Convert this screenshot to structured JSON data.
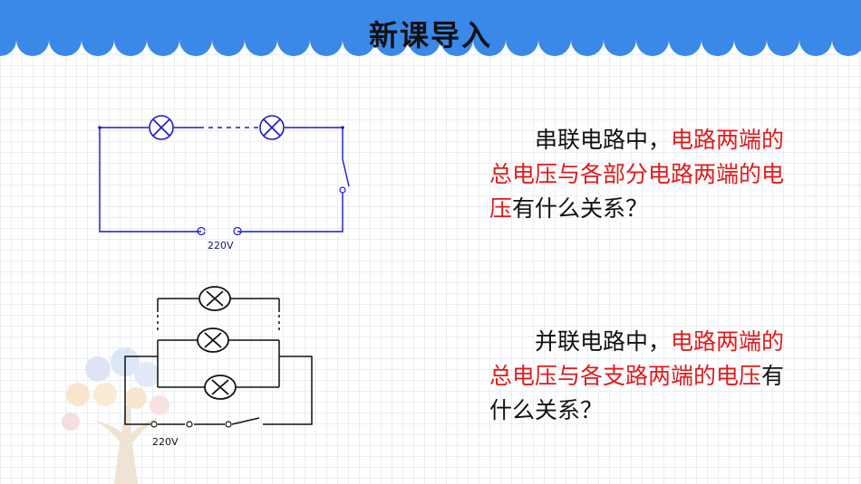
{
  "title": "新课导入",
  "colors": {
    "header": "#3a88e8",
    "accent": "#e01b1b",
    "wire": "#1a1acc"
  },
  "series_circuit": {
    "supply_label": "220V"
  },
  "parallel_circuit": {
    "supply_label": "220V"
  },
  "q1": {
    "prefix": "串联电路中，",
    "highlight1": "电路两端的总电压与各部分电路两端的电压",
    "suffix": "有什么关系？"
  },
  "q2": {
    "prefix": "并联电路中，",
    "highlight1": "电路两端的总电压与各支路两端的电压",
    "suffix": "有什么关系？"
  }
}
